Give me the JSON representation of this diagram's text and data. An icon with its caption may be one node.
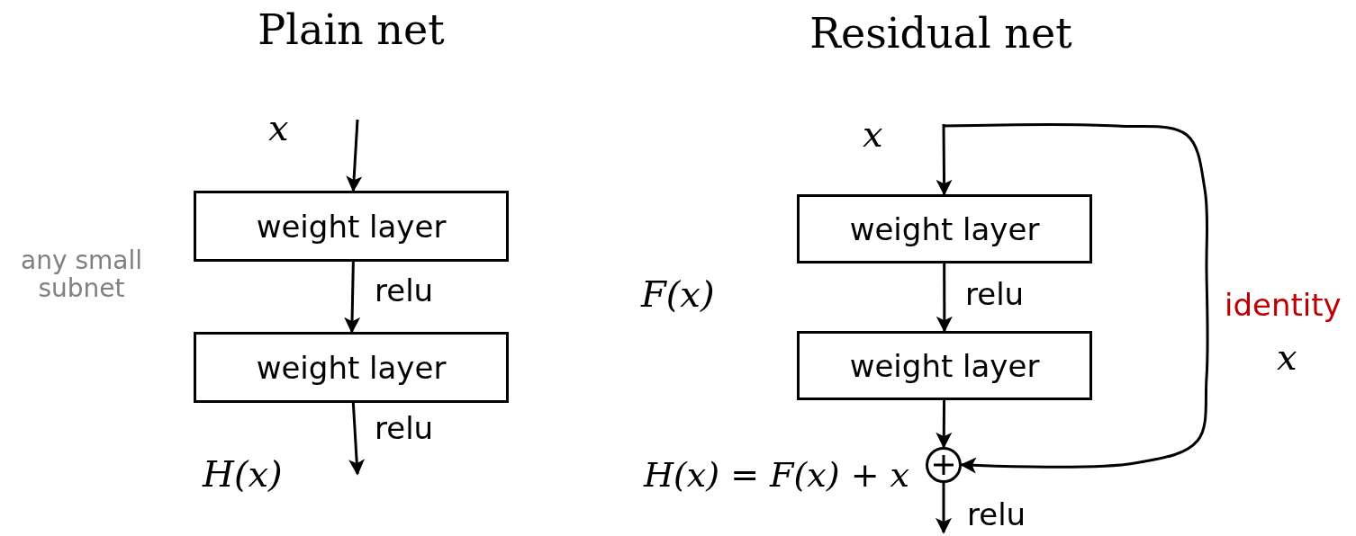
{
  "diagram": {
    "nodes": [
      {
        "text": [
          "weight layer"
        ]
      },
      {
        "text": [
          "weight layer"
        ]
      },
      {
        "text": [
          "weight layer"
        ]
      },
      {
        "text": [
          "weight layer"
        ]
      },
      {
        "text": [],
        "shape": "circle"
      }
    ],
    "edges": [
      {
        "from": null,
        "to": 0,
        "arrow": "to"
      },
      {
        "from": 0,
        "to": 1,
        "arrow": "to",
        "label": "relu"
      },
      {
        "from": 1,
        "to": null,
        "arrow": "to",
        "label": "relu"
      },
      {
        "from": null,
        "to": 2,
        "arrow": "to"
      },
      {
        "from": 2,
        "to": 3,
        "arrow": "to",
        "label": "relu"
      },
      {
        "from": 3,
        "to": 4,
        "arrow": "to"
      },
      {
        "from": 4,
        "to": null,
        "arrow": "to",
        "label": "relu"
      },
      {
        "from": null,
        "to": 4,
        "arrow": "to",
        "label": "identity"
      }
    ],
    "labels": [
      "Plain net",
      "Residual net",
      "x",
      "any small subnet",
      "H(x)",
      "x",
      "F(x)",
      "x",
      "H(x) = F(x) + x"
    ]
  }
}
